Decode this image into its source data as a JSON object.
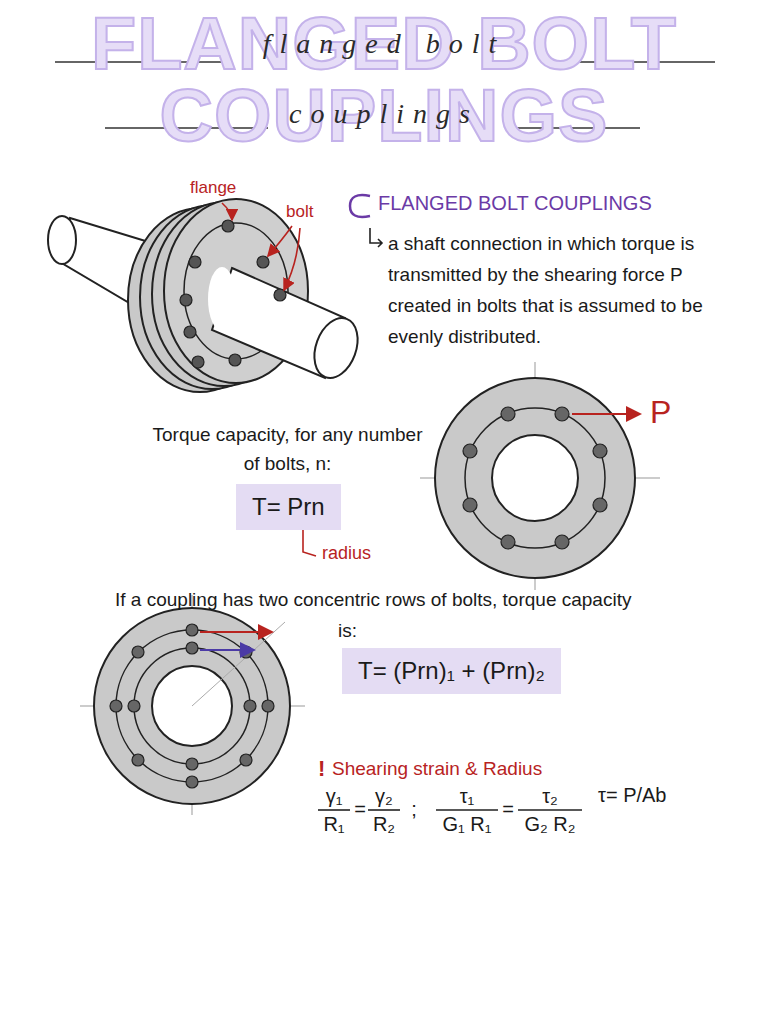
{
  "diagram": {
    "title": "FLANGED BOLT COUPLINGS",
    "nodes": [
      {
        "text": [
          "T= Prn"
        ]
      },
      {
        "text": [
          "T= (Prn)₁ + (Prn)₂"
        ]
      }
    ],
    "labels": [
      "flanged bolt",
      "couplings",
      "flange",
      "bolt",
      "FLANGED BOLT COUPLINGS",
      "a shaft connection in which torque is transmitted by the shearing force P created in bolts that is assumed to be evenly distributed.",
      "P",
      "Torque capacity, for any number of bolts, n:",
      "radius",
      "If a coupling has two concentric rows of bolts, torque capacity is:",
      "!",
      "Shearing strain & Radius",
      "γ₁",
      "R₁",
      "=",
      "γ₂",
      "R₂",
      ";",
      "τ₁",
      "G₁ R₁",
      "=",
      "τ₂",
      "G₂ R₂",
      "τ= P/Ab"
    ]
  }
}
